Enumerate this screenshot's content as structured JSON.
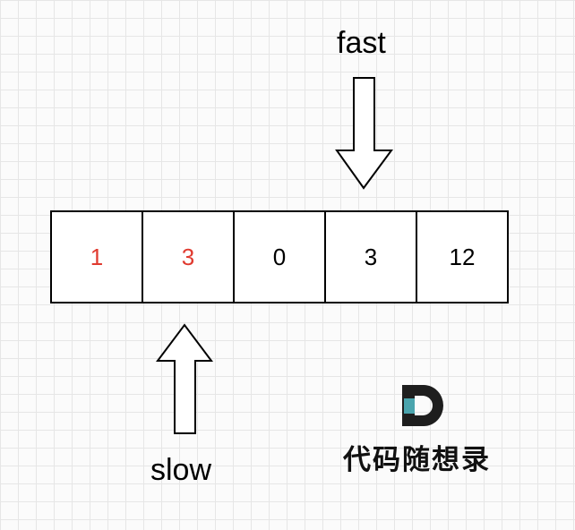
{
  "pointers": {
    "fast": "fast",
    "slow": "slow"
  },
  "array": {
    "cells": [
      {
        "value": "1",
        "highlighted": true
      },
      {
        "value": "3",
        "highlighted": true
      },
      {
        "value": "0",
        "highlighted": false
      },
      {
        "value": "3",
        "highlighted": false
      },
      {
        "value": "12",
        "highlighted": false
      }
    ]
  },
  "colors": {
    "highlight": "#e03a2f",
    "normal": "#000000",
    "grid": "#e6e6e6",
    "logo_teal": "#4aa4ad"
  },
  "logo": {
    "text": "代码随想录",
    "icon": "D-logo-icon"
  }
}
